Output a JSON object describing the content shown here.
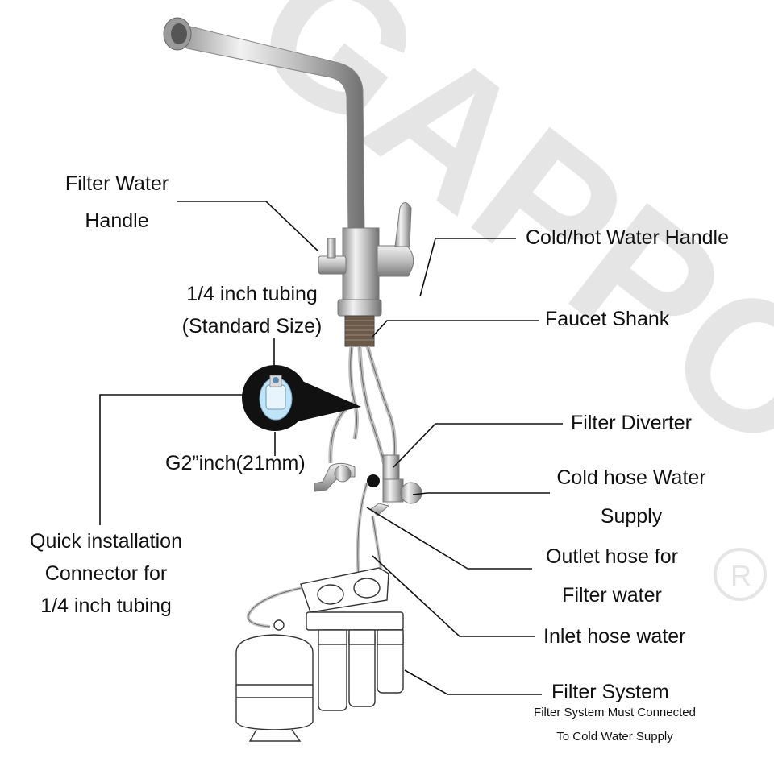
{
  "watermark": {
    "text": "GAPPO",
    "color": "#d8d8d8"
  },
  "labels": {
    "filter_water_handle_1": "Filter Water",
    "filter_water_handle_2": "Handle",
    "cold_hot_handle": "Cold/hot Water Handle",
    "tubing_1": "1/4 inch tubing",
    "tubing_2": "(Standard Size)",
    "faucet_shank": "Faucet Shank",
    "filter_diverter": "Filter Diverter",
    "g2_inch": "G2”inch(21mm)",
    "cold_hose_1": "Cold hose Water",
    "cold_hose_2": "Supply",
    "quick_1": "Quick installation",
    "quick_2": "Connector for",
    "quick_3": "1/4 inch tubing",
    "outlet_1": "Outlet hose for",
    "outlet_2": "Filter water",
    "inlet": "Inlet hose water",
    "filter_system": "Filter System",
    "filter_note_1": "Filter System Must Connected",
    "filter_note_2": "To Cold Water Supply"
  },
  "colors": {
    "steel_light": "#e4e4e4",
    "steel_mid": "#a9a9a9",
    "steel_dark": "#6e6e6e",
    "line": "#111111",
    "tube": "#c8c8c8"
  }
}
